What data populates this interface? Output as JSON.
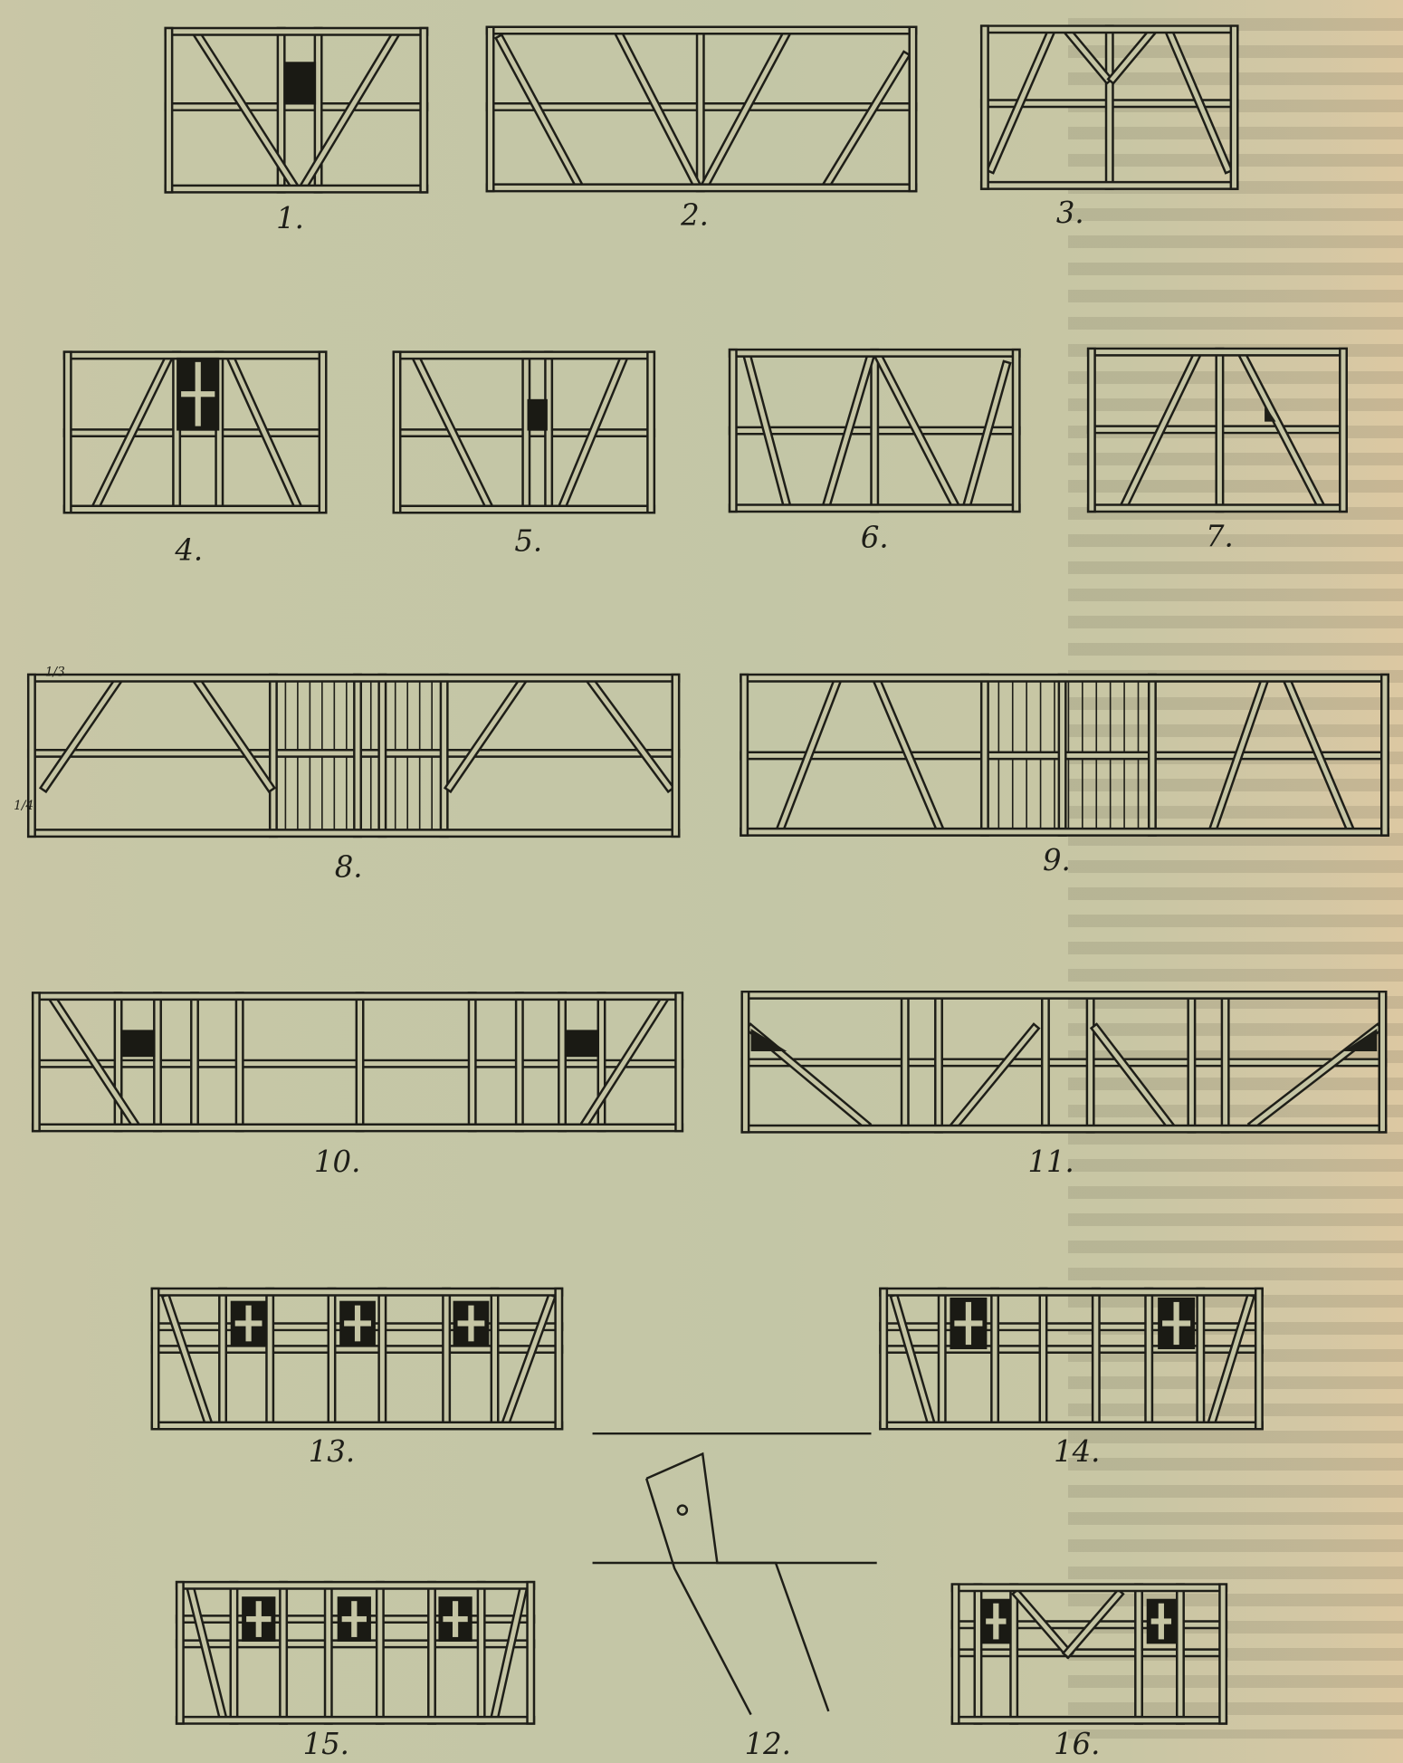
{
  "figures": [
    {
      "id": "1",
      "label": "1."
    },
    {
      "id": "2",
      "label": "2."
    },
    {
      "id": "3",
      "label": "3."
    },
    {
      "id": "4",
      "label": "4."
    },
    {
      "id": "5",
      "label": "5."
    },
    {
      "id": "6",
      "label": "6."
    },
    {
      "id": "7",
      "label": "7."
    },
    {
      "id": "8",
      "label": "8."
    },
    {
      "id": "9",
      "label": "9."
    },
    {
      "id": "10",
      "label": "10."
    },
    {
      "id": "11",
      "label": "11."
    },
    {
      "id": "12",
      "label": "12."
    },
    {
      "id": "13",
      "label": "13."
    },
    {
      "id": "14",
      "label": "14."
    },
    {
      "id": "15",
      "label": "15."
    },
    {
      "id": "16",
      "label": "16."
    }
  ],
  "annotations": {
    "top_fraction": "1/3",
    "side_fraction": "1/4"
  },
  "colors": {
    "ink": "#1e1e18",
    "paper": "#c7c6a5"
  }
}
